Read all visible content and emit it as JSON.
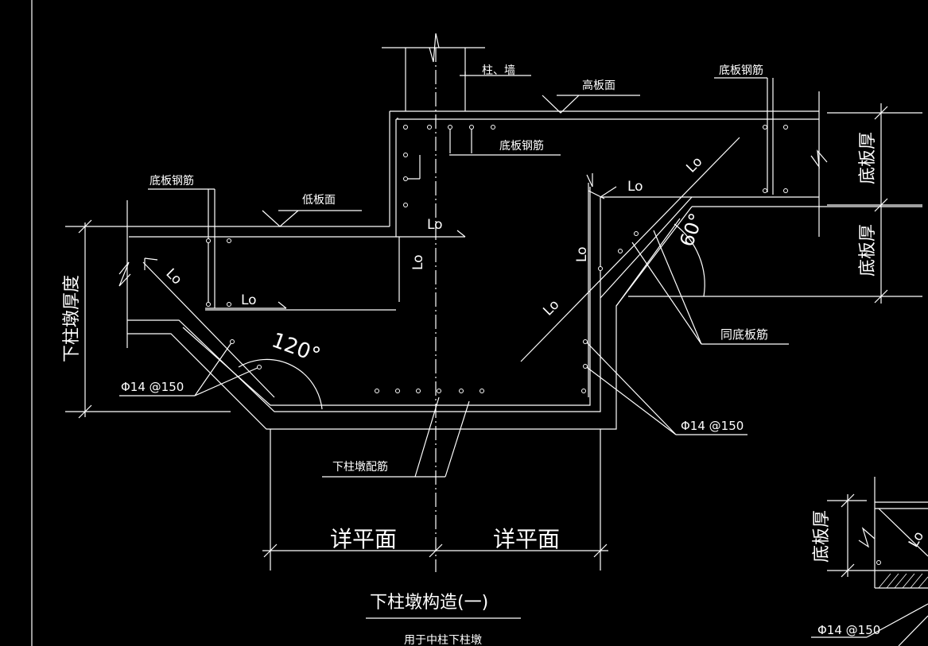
{
  "colors": {
    "background": "#000000",
    "line": "#ffffff"
  },
  "labels": {
    "column_wall": "柱、墙",
    "high_slab_surface": "高板面",
    "bottom_rebar_top_right": "底板钢筋",
    "bottom_rebar_inner": "底板钢筋",
    "bottom_rebar_left": "底板钢筋",
    "low_slab_surface": "低板面",
    "slab_thickness_upper": "底板厚",
    "slab_thickness_lower": "底板厚",
    "slab_thickness_partial": "底板厚",
    "pier_thickness": "下柱墩厚度",
    "same_as_bottom_rebar": "同底板筋",
    "rebar_spec_left": "Φ14 @150",
    "rebar_spec_right": "Φ14 @150",
    "rebar_spec_partial": "Φ14 @150",
    "pier_reinforcement": "下柱墩配筋",
    "plan_detail_left": "详平面",
    "plan_detail_right": "详平面",
    "angle_120": "120°",
    "angle_60": "60°",
    "lo": "Lo",
    "title": "下柱墩构造(一)",
    "subtitle": "用于中柱下柱墩"
  }
}
